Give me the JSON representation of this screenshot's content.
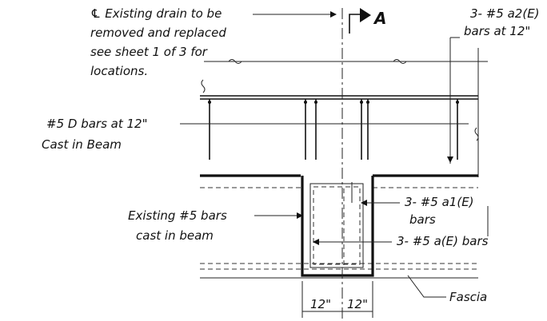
{
  "labels": {
    "drain_note": [
      "℄ Existing drain to be",
      "removed and replaced",
      "see sheet 1 of 3 for",
      "locations."
    ],
    "section_marker": "A",
    "top_right_note": [
      "3- #5 a2(E)",
      "bars at 12\""
    ],
    "d_bars_note": [
      "#5 D bars at 12\"",
      "Cast in Beam"
    ],
    "a1_note": [
      "3- #5 a1(E)",
      "bars"
    ],
    "existing_bars_note": [
      "Existing #5 bars",
      "cast in beam"
    ],
    "a_bars_note": "3- #5 a(E) bars",
    "fascia_label": "Fascia",
    "dim_left": "12\"",
    "dim_right": "12\""
  }
}
